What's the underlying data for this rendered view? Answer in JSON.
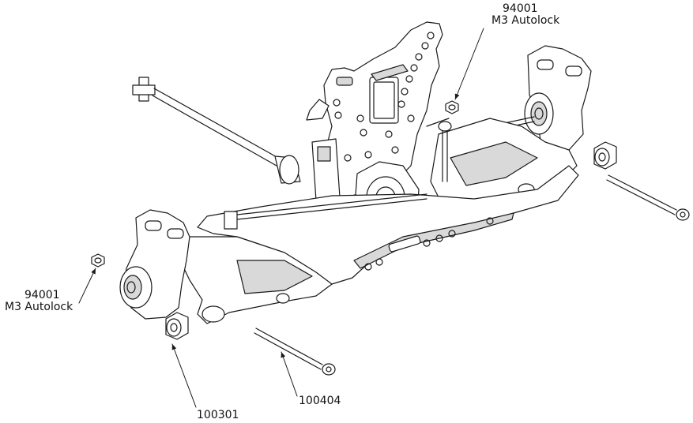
{
  "callouts": {
    "nut_top": {
      "part_number": "94001",
      "description": "M3 Autolock"
    },
    "nut_left": {
      "part_number": "94001",
      "description": "M3 Autolock"
    },
    "spacer": {
      "part_number": "100301"
    },
    "pin": {
      "part_number": "100404"
    }
  },
  "colors": {
    "line": "#1a1a1a",
    "fill": "#ffffff",
    "shade": "#d9d9d9"
  }
}
